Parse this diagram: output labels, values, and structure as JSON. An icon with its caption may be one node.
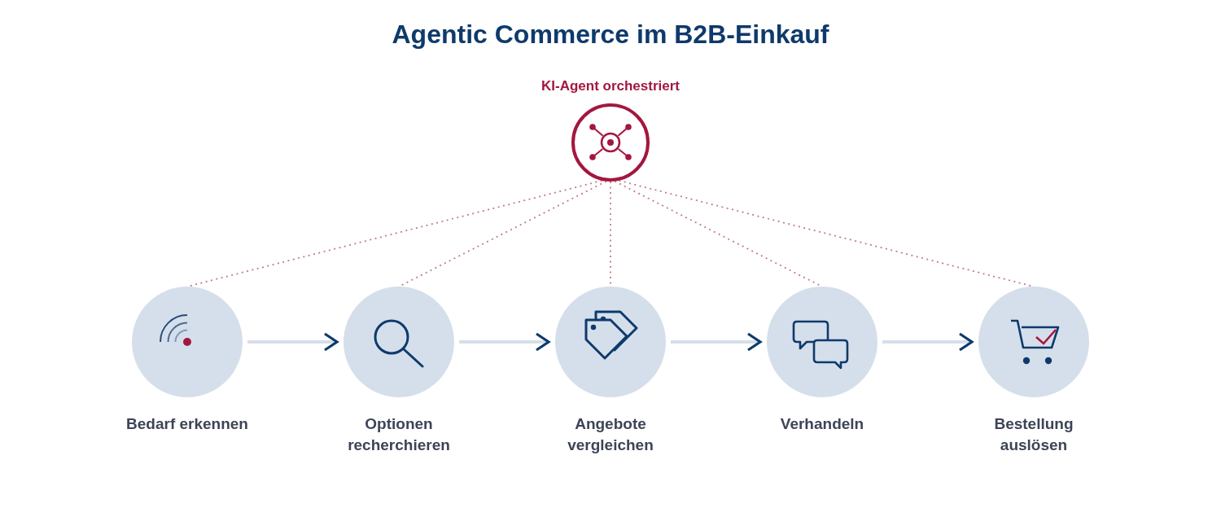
{
  "diagram": {
    "title": "Agentic Commerce im B2B-Einkauf",
    "nodes": [
      {
        "text": [
          "KI-Agent orchestriert"
        ]
      },
      {
        "text": [
          "Bedarf erkennen"
        ]
      },
      {
        "text": [
          "Optionen recherchieren"
        ]
      },
      {
        "text": [
          "Angebote vergleichen"
        ]
      },
      {
        "text": [
          "Verhandeln"
        ]
      },
      {
        "text": [
          "Bestellung auslösen"
        ]
      }
    ],
    "edges": [
      {
        "from": 0,
        "to": 1,
        "arrow": "none",
        "style": "dashed",
        "color": "#c27b8c"
      },
      {
        "from": 0,
        "to": 2,
        "arrow": "none",
        "style": "dashed",
        "color": "#c27b8c"
      },
      {
        "from": 0,
        "to": 3,
        "arrow": "none",
        "style": "dashed",
        "color": "#c27b8c"
      },
      {
        "from": 0,
        "to": 4,
        "arrow": "none",
        "style": "dashed",
        "color": "#c27b8c"
      },
      {
        "from": 0,
        "to": 5,
        "arrow": "none",
        "style": "dashed",
        "color": "#c27b8c"
      },
      {
        "from": 1,
        "to": 2,
        "arrow": "to",
        "color": "#d5dfea"
      },
      {
        "from": 2,
        "to": 3,
        "arrow": "to",
        "color": "#d5dfea"
      },
      {
        "from": 3,
        "to": 4,
        "arrow": "to",
        "color": "#d5dfea"
      },
      {
        "from": 4,
        "to": 5,
        "arrow": "to",
        "color": "#d5dfea"
      }
    ]
  }
}
